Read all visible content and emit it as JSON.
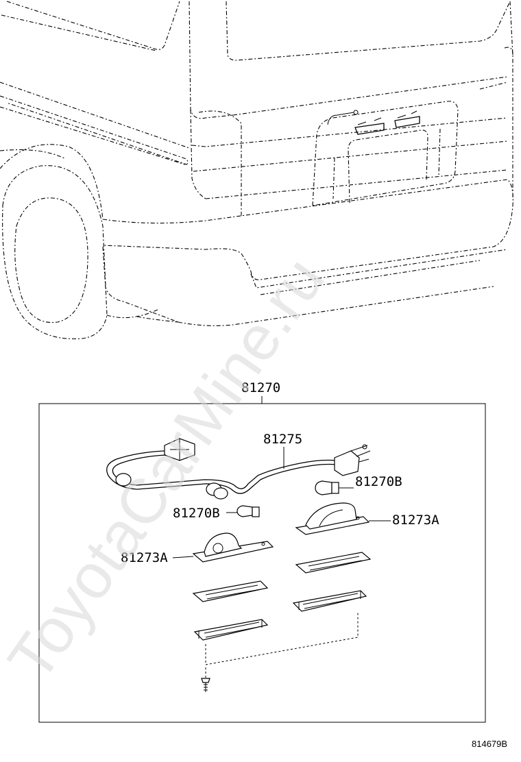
{
  "assembly_label": "81270",
  "callouts": {
    "harness": "81275",
    "bulb_right": "81270B",
    "bulb_left": "81270B",
    "lamp_right": "81273A",
    "lamp_left": "81273A"
  },
  "figure_ref": "814679B",
  "watermark": "ToyotaCarMine.ru"
}
